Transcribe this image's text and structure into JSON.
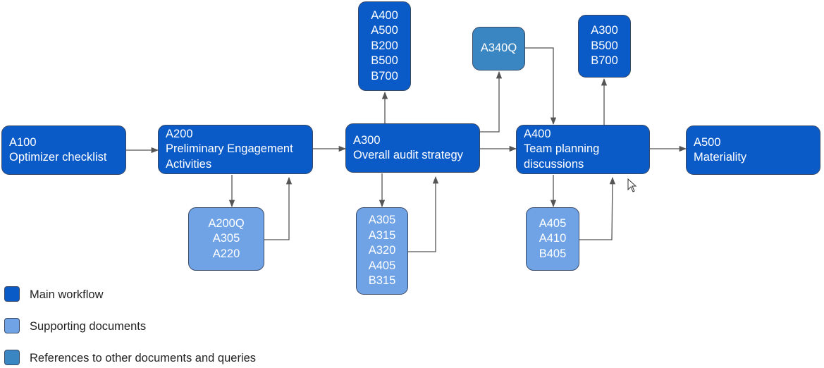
{
  "colors": {
    "main": "#0a5bc8",
    "supporting": "#6fa3e6",
    "references": "#3a86c2",
    "connector": "#555555"
  },
  "nodes": {
    "a100": {
      "lines": [
        "A100",
        "Optimizer checklist"
      ]
    },
    "a200": {
      "lines": [
        "A200",
        "Preliminary Engagement",
        "Activities"
      ]
    },
    "a300": {
      "lines": [
        "A300",
        "Overall audit strategy"
      ]
    },
    "a400": {
      "lines": [
        "A400",
        "Team planning",
        "discussions"
      ]
    },
    "a500": {
      "lines": [
        "A500",
        "Materiality"
      ]
    },
    "a200_docs": {
      "lines": [
        "A200Q",
        "A305",
        "A220"
      ]
    },
    "a300_refs": {
      "lines": [
        "A400",
        "A500",
        "B200",
        "B500",
        "B700"
      ]
    },
    "a300_docs": {
      "lines": [
        "A305",
        "A315",
        "A320",
        "A405",
        "B315"
      ]
    },
    "a340q": {
      "lines": [
        "A340Q"
      ]
    },
    "a400_refs": {
      "lines": [
        "A300",
        "B500",
        "B700"
      ]
    },
    "a400_docs": {
      "lines": [
        "A405",
        "A410",
        "B405"
      ]
    }
  },
  "legend": {
    "main": "Main workflow",
    "supporting": "Supporting documents",
    "references": "References to other documents and queries"
  }
}
